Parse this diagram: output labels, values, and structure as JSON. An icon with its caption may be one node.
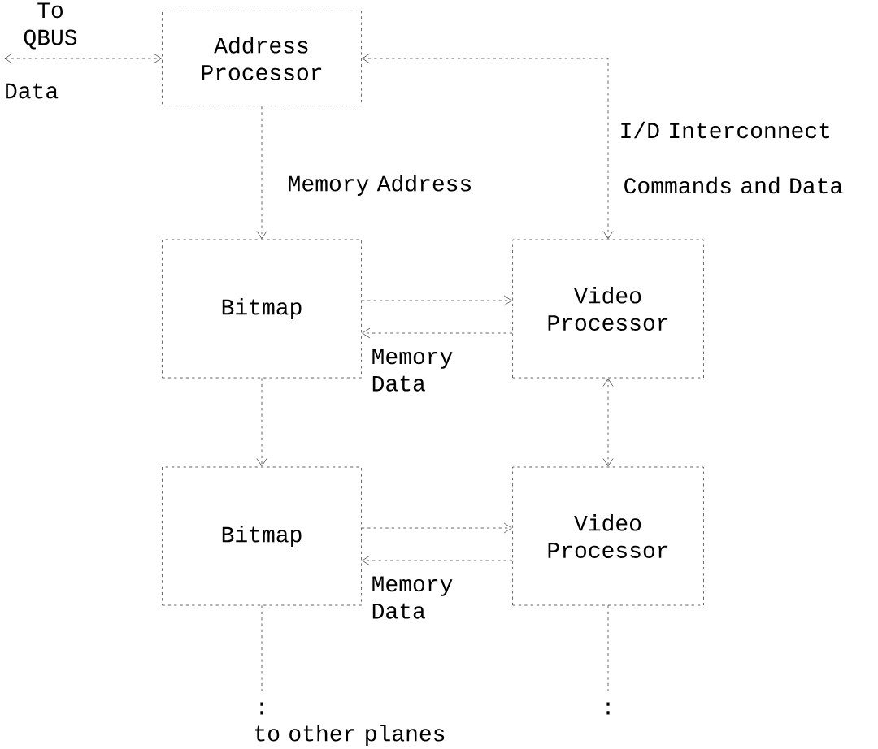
{
  "diagram": {
    "nodes": [
      {
        "text": [
          "Address Processor"
        ]
      },
      {
        "text": [
          "Bitmap"
        ]
      },
      {
        "text": [
          "Video Processor"
        ]
      },
      {
        "text": [
          "Bitmap"
        ]
      },
      {
        "text": [
          "Video Processor"
        ]
      }
    ],
    "edges": [
      {
        "from": null,
        "to": 0,
        "arrow": "both",
        "label": "Data"
      },
      {
        "from": 2,
        "to": 0,
        "arrow": "both",
        "label": "Commands and Data"
      },
      {
        "from": 0,
        "to": 1,
        "arrow": "to",
        "label": "Memory Address"
      },
      {
        "from": 1,
        "to": 2,
        "arrow": "to"
      },
      {
        "from": 2,
        "to": 1,
        "arrow": "to",
        "label": "Memory Data"
      },
      {
        "from": 1,
        "to": 3,
        "arrow": "to"
      },
      {
        "from": 2,
        "to": 4,
        "arrow": "both"
      },
      {
        "from": 3,
        "to": 4,
        "arrow": "to"
      },
      {
        "from": 4,
        "to": 3,
        "arrow": "to",
        "label": "Memory Data"
      },
      {
        "from": 3,
        "to": null,
        "arrow": "none"
      },
      {
        "from": 4,
        "to": null,
        "arrow": "none"
      }
    ],
    "labels": [
      "To QBUS",
      "I/D Interconnect",
      ":",
      ":",
      "to other planes"
    ]
  }
}
